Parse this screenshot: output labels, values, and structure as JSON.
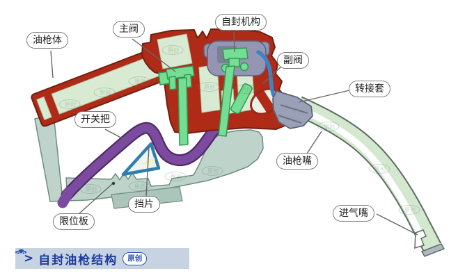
{
  "diagram": {
    "title_alt": "自封油枪剖面示意图",
    "watermark": "原创",
    "labels": [
      {
        "id": "gun-body",
        "text": "油枪体"
      },
      {
        "id": "main-valve",
        "text": "主阀"
      },
      {
        "id": "self-seal-mech",
        "text": "自封机构"
      },
      {
        "id": "secondary-valve",
        "text": "副阀"
      },
      {
        "id": "adapter-sleeve",
        "text": "转接套"
      },
      {
        "id": "spout",
        "text": "油枪嘴"
      },
      {
        "id": "air-intake",
        "text": "进气嘴"
      },
      {
        "id": "trigger-lever",
        "text": "开关把"
      },
      {
        "id": "baffle",
        "text": "挡片"
      },
      {
        "id": "limit-plate",
        "text": "限位板"
      }
    ],
    "colors": {
      "body_red": "#AF2B18",
      "passage_green": "#D9EAD3",
      "valve_green": "#76DE94",
      "mech_gray": "#9395B2",
      "tube_blue": "#3D84C6",
      "lever_purple": "#7C4BA0",
      "baffle_teal": "#2E7EAE",
      "guard_sage": "#BED3C9",
      "spout_green": "#D3E8CE",
      "footer_bg": "#C7D3E1",
      "footer_blue": "#1C3A9E",
      "badge_blue": "#2F54AE"
    }
  },
  "footer": {
    "arrow": ">",
    "title": "自封油枪结构",
    "badge_text": "原创"
  }
}
